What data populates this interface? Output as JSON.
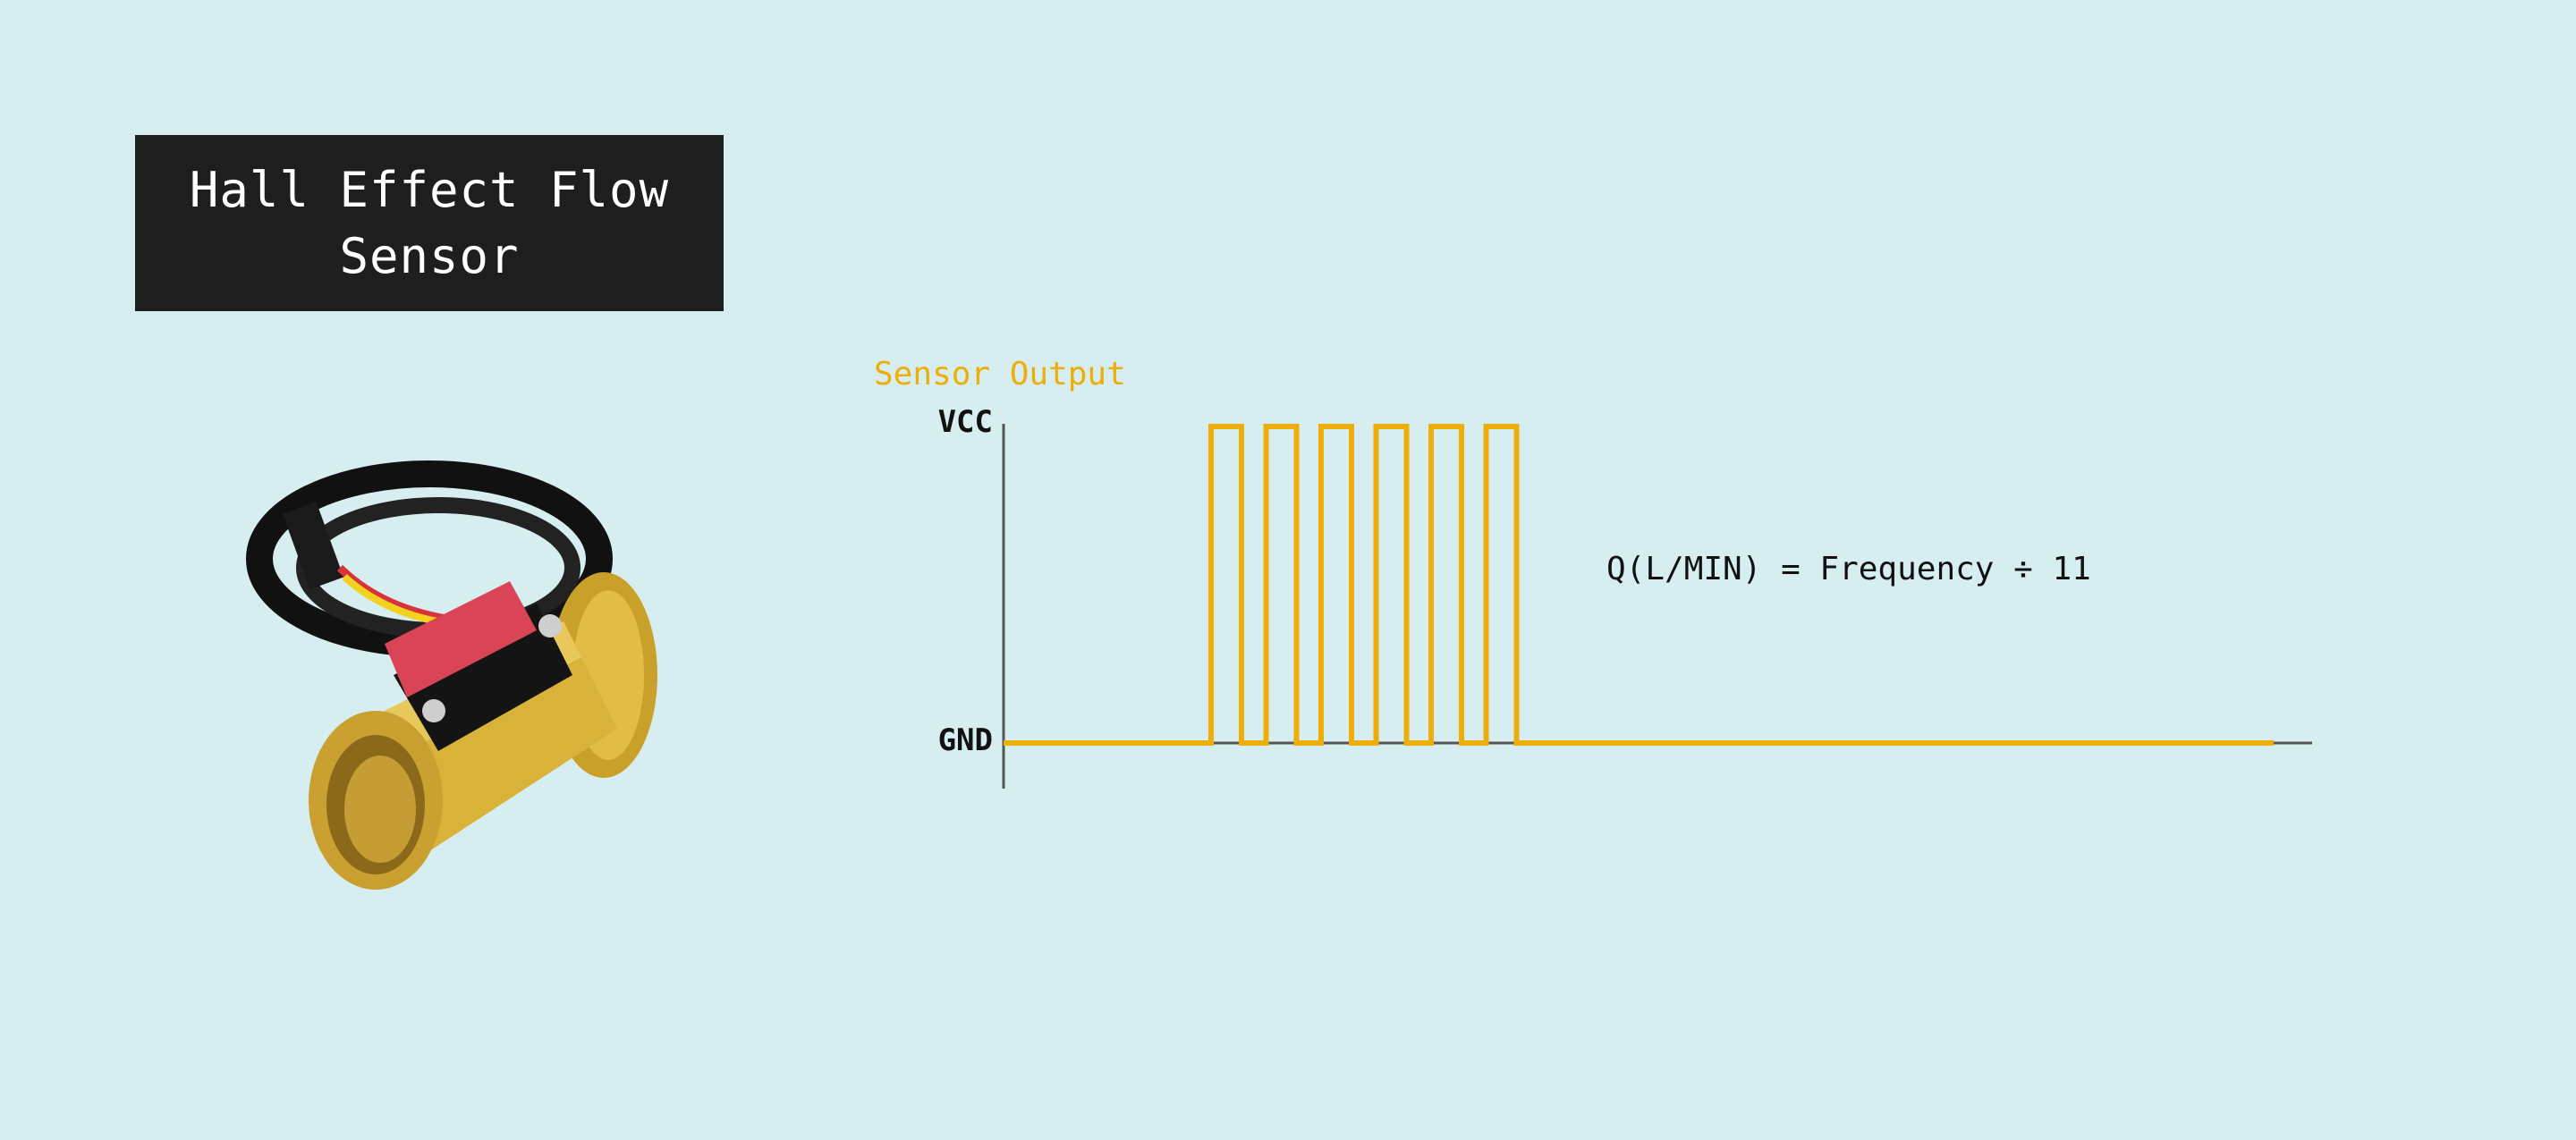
{
  "title": {
    "line1": "Hall Effect Flow",
    "line2": "Sensor"
  },
  "diagram": {
    "series_label": "Sensor Output",
    "high_label": "VCC",
    "low_label": "GND",
    "formula": "Q(L/MIN) = Frequency ÷ 11",
    "pulse_count": 6,
    "wave_color": "#eeae0a",
    "axis_color": "#555555"
  },
  "photo": {
    "subject": "flow-sensor"
  }
}
